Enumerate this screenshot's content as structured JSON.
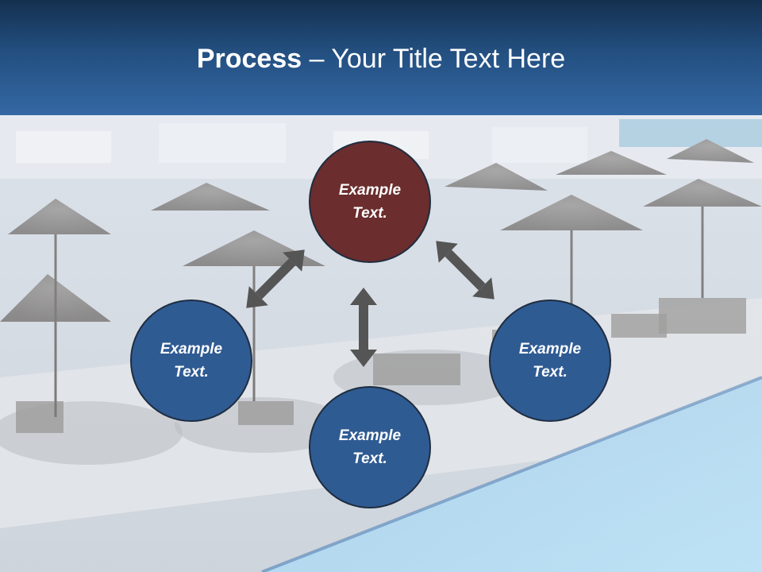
{
  "slide": {
    "title_bold": "Process",
    "title_rest": " – Your Title Text Here"
  },
  "nodes": [
    {
      "id": "top",
      "label": "Example Text.",
      "color": "#6b2d2d"
    },
    {
      "id": "left",
      "label": "Example Text.",
      "color": "#2f5b93"
    },
    {
      "id": "bottom",
      "label": "Example Text.",
      "color": "#2f5b93"
    },
    {
      "id": "right",
      "label": "Example Text.",
      "color": "#2f5b93"
    }
  ],
  "colors": {
    "header_dark": "#14304f",
    "header_light": "#3468a4",
    "arrow": "#555555",
    "pool": "#8cc6ec"
  }
}
